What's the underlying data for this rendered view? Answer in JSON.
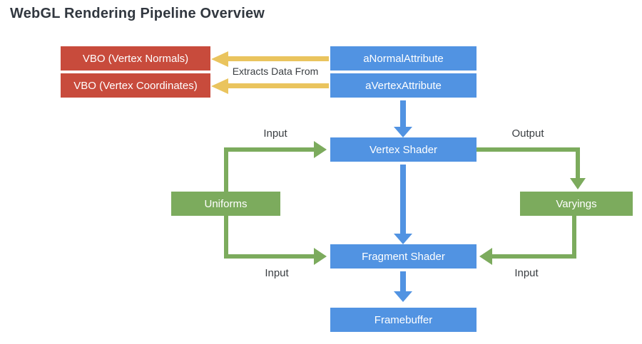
{
  "title": "WebGL Rendering Pipeline Overview",
  "colors": {
    "background": "#FFFFFF",
    "box-red": "#C84B3C",
    "box-blue": "#5193E2",
    "box-green": "#7CAB5D",
    "arrow-yellow": "#EAC45E",
    "box-text": "#FFFFFF",
    "title-text": "#31373F",
    "label-text": "#3A3E42"
  },
  "nodes": {
    "vbo_normals": {
      "label": "VBO (Vertex Normals)"
    },
    "vbo_coordinates": {
      "label": "VBO (Vertex Coordinates)"
    },
    "a_normal_attribute": {
      "label": "aNormalAttribute"
    },
    "a_vertex_attribute": {
      "label": "aVertexAttribute"
    },
    "vertex_shader": {
      "label": "Vertex Shader"
    },
    "uniforms": {
      "label": "Uniforms"
    },
    "varyings": {
      "label": "Varyings"
    },
    "fragment_shader": {
      "label": "Fragment Shader"
    },
    "framebuffer": {
      "label": "Framebuffer"
    }
  },
  "edge_labels": {
    "extracts_data_from": "Extracts Data From",
    "input_uniforms_vertex": "Input",
    "output_vertex_varyings": "Output",
    "input_uniforms_fragment": "Input",
    "input_varyings_fragment": "Input"
  }
}
